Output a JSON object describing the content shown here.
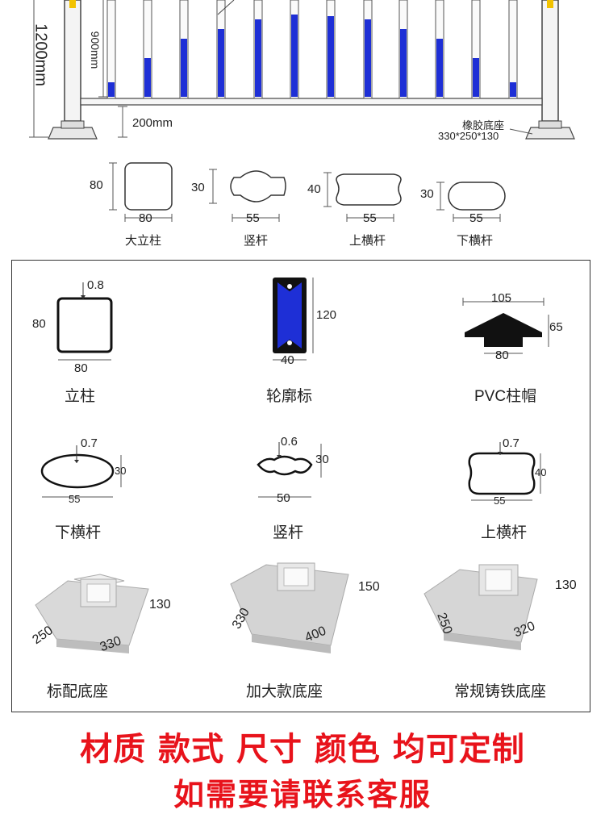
{
  "colors": {
    "accent_blue": "#1e2fd6",
    "headline_red": "#e8131b",
    "line": "#222222"
  },
  "top_diagram": {
    "height_label": "1200mm",
    "rail_label": "900mm",
    "gap_label": "200mm",
    "base_name": "橡胶底座",
    "base_dims": "330*250*130"
  },
  "sections_top": [
    {
      "name": "大立柱",
      "width": "80",
      "height": "80"
    },
    {
      "name": "竖杆",
      "width": "55",
      "height": "30"
    },
    {
      "name": "上横杆",
      "width": "55",
      "height": "40"
    },
    {
      "name": "下横杆",
      "width": "55",
      "height": "30"
    }
  ],
  "panel": {
    "post": {
      "name": "立柱",
      "width": "80",
      "height": "80",
      "thickness": "0.8"
    },
    "reflector": {
      "name": "轮廓标",
      "width": "40",
      "height": "120"
    },
    "cap": {
      "name": "PVC柱帽",
      "top_width": "105",
      "base_width": "80",
      "height": "65"
    },
    "lower_rail": {
      "name": "下横杆",
      "width": "55",
      "height": "30",
      "thickness": "0.7"
    },
    "vertical_bar": {
      "name": "竖杆",
      "width": "50",
      "height": "30",
      "thickness": "0.6"
    },
    "upper_rail": {
      "name": "上横杆",
      "width": "55",
      "height": "40",
      "thickness": "0.7"
    },
    "bases": [
      {
        "name": "标配底座",
        "d1": "250",
        "d2": "330",
        "h": "130"
      },
      {
        "name": "加大款底座",
        "d1": "330",
        "d2": "400",
        "h": "150"
      },
      {
        "name": "常规铸铁底座",
        "d1": "250",
        "d2": "320",
        "h": "130"
      }
    ]
  },
  "banner": {
    "line1": "材质 款式 尺寸 颜色 均可定制",
    "line2": "如需要请联系客服"
  }
}
